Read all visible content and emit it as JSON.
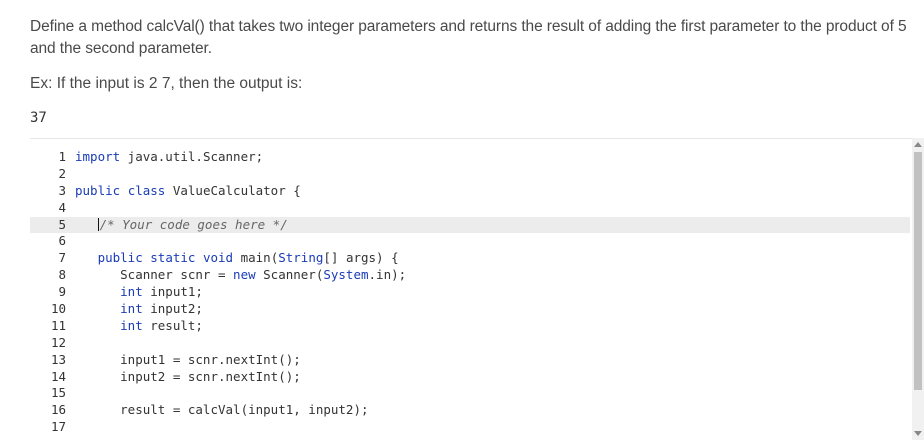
{
  "prompt": {
    "description": "Define a method calcVal() that takes two integer parameters and returns the result of adding the first parameter to the product of 5 and the second parameter.",
    "example": "Ex: If the input is 2 7, then the output is:",
    "sample_output": "37"
  },
  "editor": {
    "lines": [
      {
        "num": "1",
        "text": "import java.util.Scanner;"
      },
      {
        "num": "2",
        "text": ""
      },
      {
        "num": "3",
        "text": "public class ValueCalculator {"
      },
      {
        "num": "4",
        "text": ""
      },
      {
        "num": "5",
        "text": "   /* Your code goes here */"
      },
      {
        "num": "6",
        "text": ""
      },
      {
        "num": "7",
        "text": "   public static void main(String[] args) {"
      },
      {
        "num": "8",
        "text": "      Scanner scnr = new Scanner(System.in);"
      },
      {
        "num": "9",
        "text": "      int input1;"
      },
      {
        "num": "10",
        "text": "      int input2;"
      },
      {
        "num": "11",
        "text": "      int result;"
      },
      {
        "num": "12",
        "text": ""
      },
      {
        "num": "13",
        "text": "      input1 = scnr.nextInt();"
      },
      {
        "num": "14",
        "text": "      input2 = scnr.nextInt();"
      },
      {
        "num": "15",
        "text": ""
      },
      {
        "num": "16",
        "text": "      result = calcVal(input1, input2);"
      },
      {
        "num": "17",
        "text": ""
      }
    ],
    "active_line": 5
  }
}
